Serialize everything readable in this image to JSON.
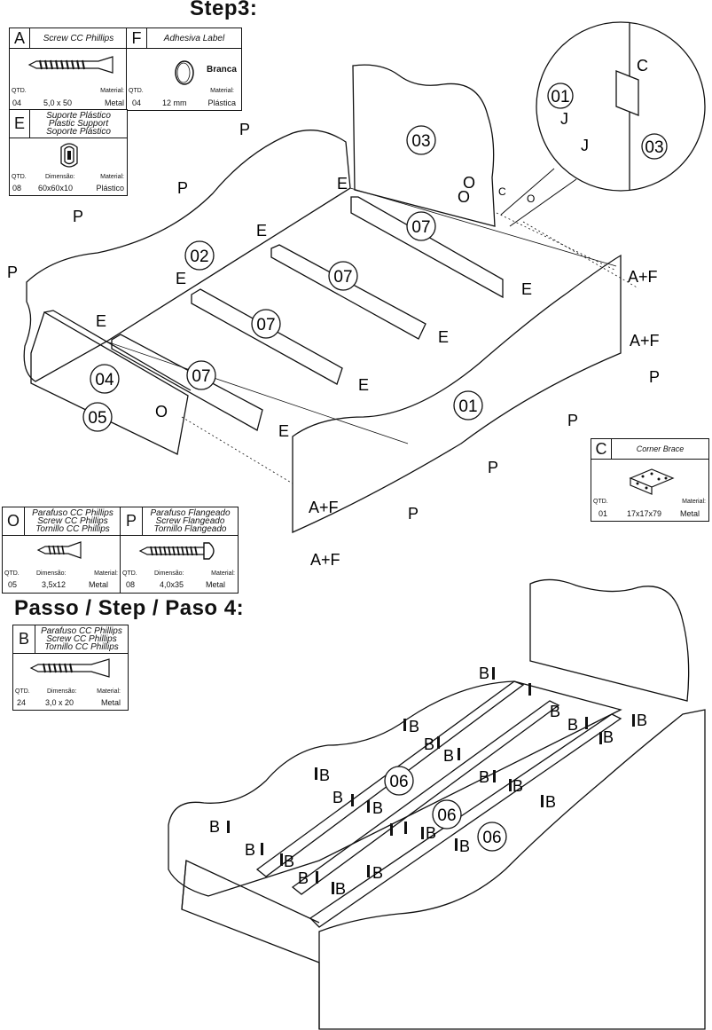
{
  "step3_title": "Step3:",
  "step4_title": "Passo / Step / Paso 4:",
  "labels": {
    "qty": "QTD.",
    "dim": "Dimensão:",
    "material": "Material:"
  },
  "parts": {
    "A": {
      "letter": "A",
      "name": "Screw  CC Phillips",
      "qty": "04",
      "dim": "5,0 x 50",
      "material": "Metal"
    },
    "F": {
      "letter": "F",
      "name": "Adhesiva Label",
      "color": "Branca",
      "qty": "04",
      "dim": "12 mm",
      "material": "Plástica"
    },
    "E": {
      "letter": "E",
      "name1": "Suporte Plástico",
      "name2": "Plastic Support",
      "name3": "Soporte Plástico",
      "qty": "08",
      "dim": "60x60x10",
      "material": "Plástico"
    },
    "O": {
      "letter": "O",
      "name1": "Parafuso CC Phillips",
      "name2": "Screw  CC Phillips",
      "name3": "Tornillo  CC Phillips",
      "qty": "05",
      "dim": "3,5x12",
      "material": "Metal"
    },
    "P": {
      "letter": "P",
      "name1": "Parafuso Flangeado",
      "name2": "Screw  Flangeado",
      "name3": "Tornillo  Flangeado",
      "qty": "08",
      "dim": "4,0x35",
      "material": "Metal"
    },
    "C": {
      "letter": "C",
      "name": "Corner Brace",
      "qty": "01",
      "dim": "17x17x79",
      "material": "Metal"
    },
    "B": {
      "letter": "B",
      "name1": "Parafuso CC Phillips",
      "name2": "Screw  CC Phillips",
      "name3": "Tornillo  CC Phillips",
      "qty": "24",
      "dim": "3,0 x 20",
      "material": "Metal"
    }
  },
  "panels": {
    "p01": "01",
    "p02": "02",
    "p03": "03",
    "p04": "04",
    "p05": "05",
    "p06": "06",
    "p07": "07"
  },
  "callouts": {
    "P": "P",
    "E": "E",
    "O": "O",
    "C": "C",
    "J": "J",
    "AF": "A+F",
    "B": "B"
  }
}
